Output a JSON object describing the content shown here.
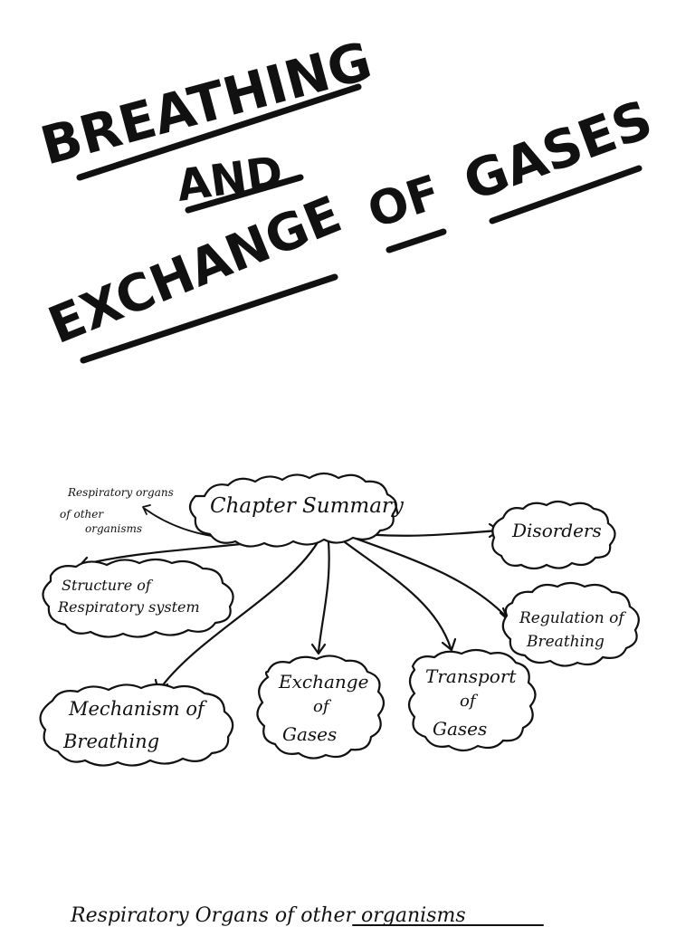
{
  "title": {
    "line1": "BREATHING",
    "line2": "AND",
    "line3a": "EXCHANGE",
    "line3b": "OF",
    "line3c": "GASES"
  },
  "mindmap": {
    "center": "Chapter Summary",
    "side_note": [
      "Respiratory organs",
      "of other",
      "organisms"
    ],
    "nodes": {
      "disorders": [
        "Disorders"
      ],
      "structure": [
        "Structure of",
        "Respiratory system"
      ],
      "regulation": [
        "Regulation of",
        "Breathing"
      ],
      "mechanism": [
        "Mechanism of",
        "Breathing"
      ],
      "exchange": [
        "Exchange",
        "of",
        "Gases"
      ],
      "transport": [
        "Transport",
        "of",
        "Gases"
      ]
    }
  },
  "footer_heading": "Respiratory Organs of other organisms"
}
